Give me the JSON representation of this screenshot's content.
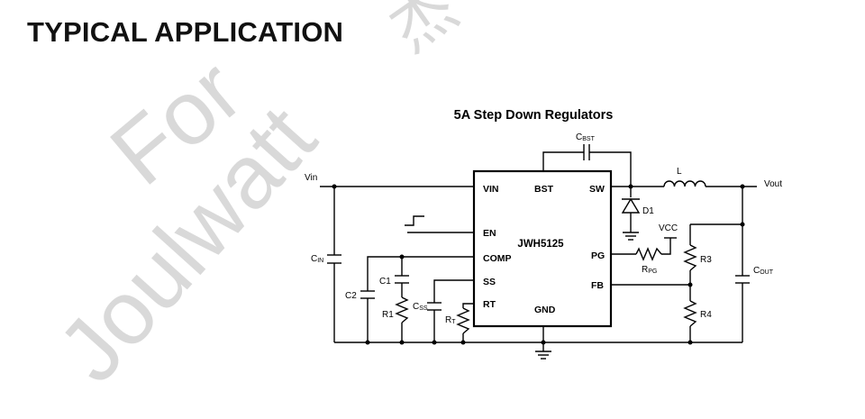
{
  "section_title": "TYPICAL APPLICATION",
  "watermark": {
    "text_1": "For",
    "text_2": "Joulwatt",
    "text_3": "杰"
  },
  "diagram": {
    "title": "5A Step Down Regulators",
    "chip": {
      "name": "JWH5125",
      "pins": {
        "vin": "VIN",
        "bst": "BST",
        "sw": "SW",
        "en": "EN",
        "comp": "COMP",
        "ss": "SS",
        "rt": "RT",
        "gnd": "GND",
        "pg": "PG",
        "fb": "FB"
      }
    },
    "nets": {
      "vin": "Vin",
      "vout": "Vout",
      "vcc": "VCC"
    },
    "components": {
      "cbst": {
        "main": "C",
        "sub": "BST"
      },
      "inductor": "L",
      "diode": "D1",
      "rpg": {
        "main": "R",
        "sub": "PG"
      },
      "r3": "R3",
      "r4": "R4",
      "cout": {
        "main": "C",
        "sub": "OUT"
      },
      "cin": {
        "main": "C",
        "sub": "IN"
      },
      "c1": "C1",
      "c2": "C2",
      "r1": "R1",
      "css": {
        "main": "C",
        "sub": "SS"
      },
      "rt": {
        "main": "R",
        "sub": "T"
      }
    }
  }
}
